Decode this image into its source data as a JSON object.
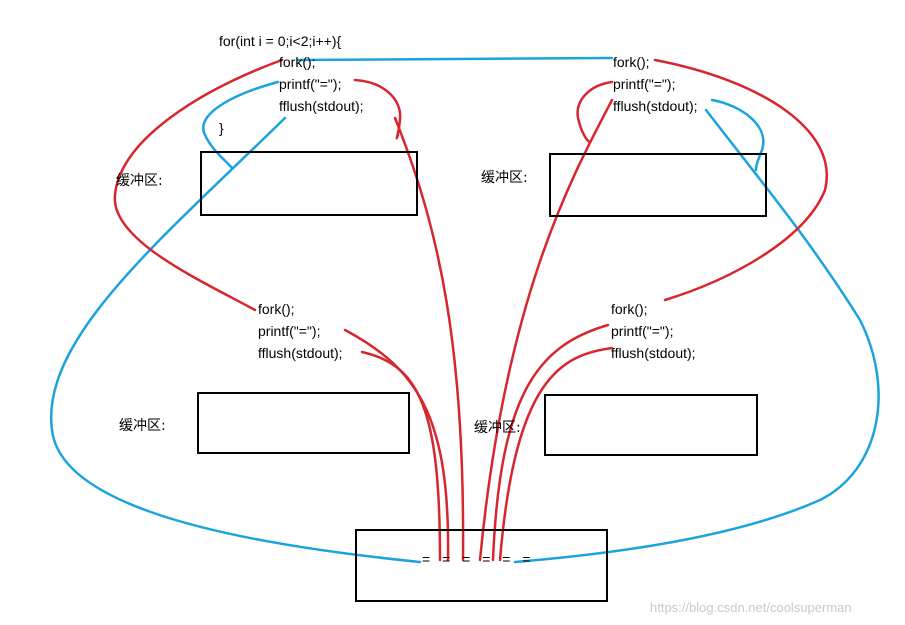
{
  "main": {
    "loop_line": "for(int i = 0;i<2;i++){",
    "close_brace": "}",
    "fork": "fork();",
    "printf": "printf(\"=\");",
    "fflush": "fflush(stdout);"
  },
  "buffer_label": "缓冲区:",
  "output": {
    "text": "= = = = = ="
  },
  "watermark": "https://blog.csdn.net/coolsuperman",
  "colors": {
    "red": "#d7262e",
    "blue": "#1aa3dd",
    "border": "#000000"
  }
}
